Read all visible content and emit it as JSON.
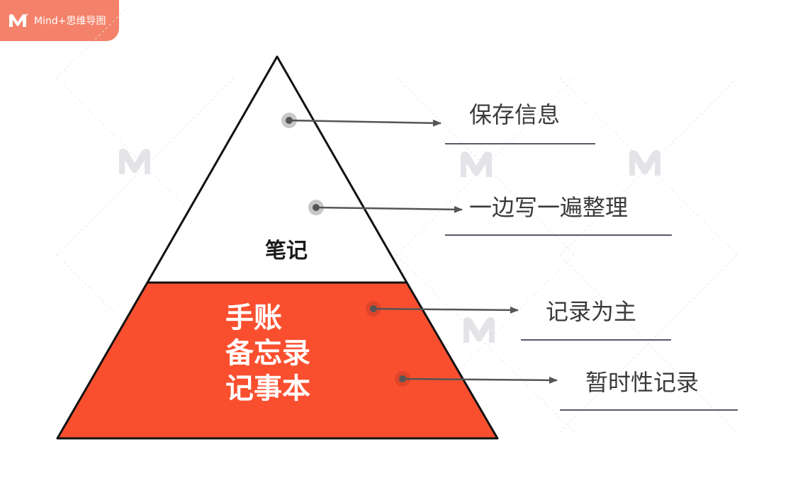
{
  "app": {
    "logo_icon": "mindplus-m-logo-icon",
    "name": "Mind+思维导图"
  },
  "diagram": {
    "type": "pyramid",
    "colors": {
      "top_fill": "#ffffff",
      "bottom_fill": "#fa4f2f",
      "outline": "#111111",
      "arrow": "#555555",
      "dot": "#555555",
      "dot_halo": "#c8c8c8",
      "underline": "#555a66"
    },
    "tiers": [
      {
        "label_lines": [
          "笔记"
        ]
      },
      {
        "label_lines": [
          "手账",
          "备忘录",
          "记事本"
        ]
      }
    ],
    "annotations": [
      {
        "text": "保存信息"
      },
      {
        "text": "一边写一遍整理"
      },
      {
        "text": "记录为主"
      },
      {
        "text": "暂时性记录"
      }
    ]
  }
}
